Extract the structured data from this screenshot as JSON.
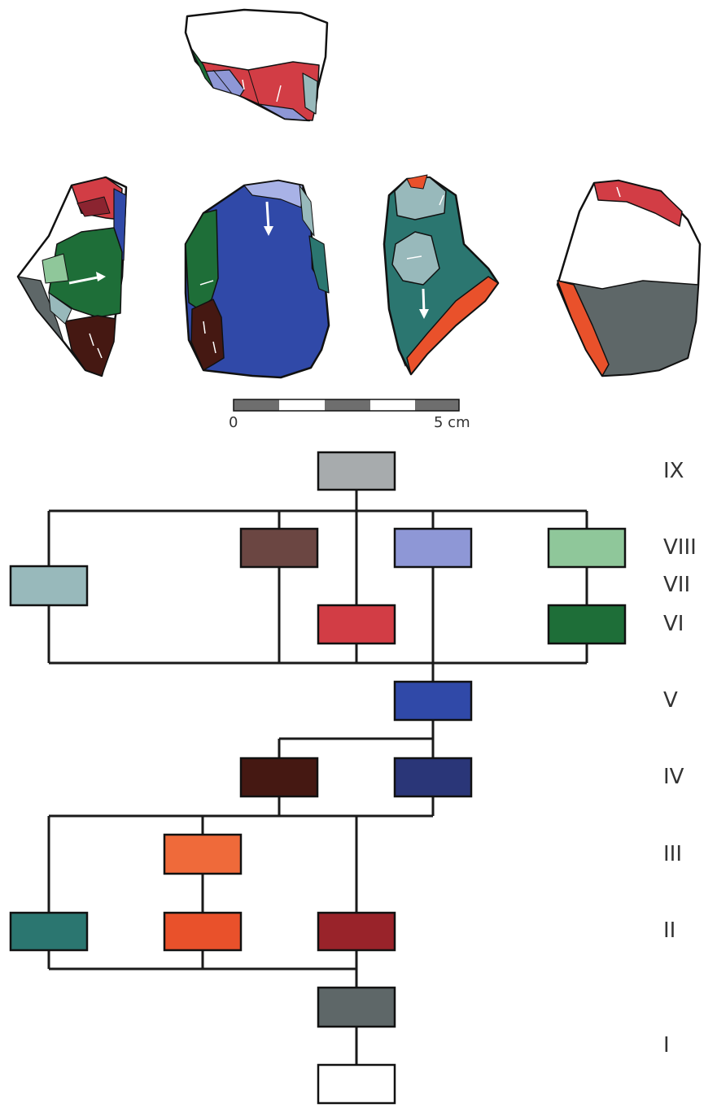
{
  "scale_bar": {
    "start_label": "0",
    "end_label": "5 cm"
  },
  "phases": {
    "ix": "IX",
    "viii": "VIII",
    "vii": "VII",
    "vi": "VI",
    "v": "V",
    "iv": "IV",
    "iii": "III",
    "ii": "II",
    "i": "I"
  },
  "colors": {
    "phase_ix": "#a7abad",
    "brown_viii": "#6b4642",
    "lavender_viii": "#8e97d6",
    "lightgreen_viii": "#8fc79a",
    "lightteal_vii": "#98b9bb",
    "red_vi": "#d23d45",
    "green_vi": "#1e6e38",
    "blue_v": "#3049a8",
    "darkbrown_iv": "#451812",
    "navy_iv": "#2a3678",
    "orange_iii": "#ef6a3a",
    "teal_ii": "#2b7670",
    "orangered_ii": "#e9512b",
    "crimson_ii": "#99232a",
    "gray_i": "#5e6768",
    "white_i": "#ffffff",
    "outline": "#111111"
  },
  "icons": [
    "top-view-artifact-icon",
    "left-lateral-artifact-icon",
    "dorsal-artifact-icon",
    "right-lateral-artifact-icon",
    "ventral-artifact-icon"
  ]
}
